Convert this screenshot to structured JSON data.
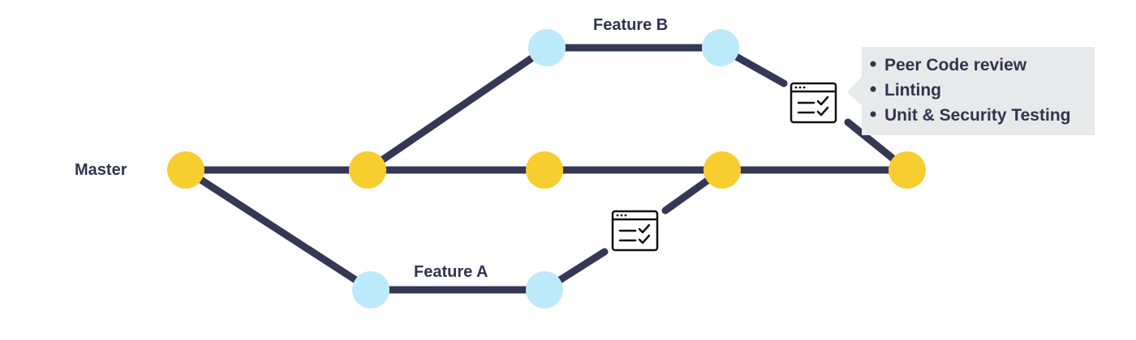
{
  "labels": {
    "master": "Master",
    "feature_a": "Feature A",
    "feature_b": "Feature B"
  },
  "checks_note": {
    "items": [
      "Peer Code review",
      "Linting",
      "Unit & Security Testing"
    ]
  },
  "icons": {
    "checklist_pipeline_icon": "checklist-window-icon"
  },
  "colors": {
    "line": "#343854",
    "master_node": "#f8cd30",
    "feature_node": "#bdeafb",
    "note_bg": "#e8e9ea",
    "text": "#30344f"
  }
}
